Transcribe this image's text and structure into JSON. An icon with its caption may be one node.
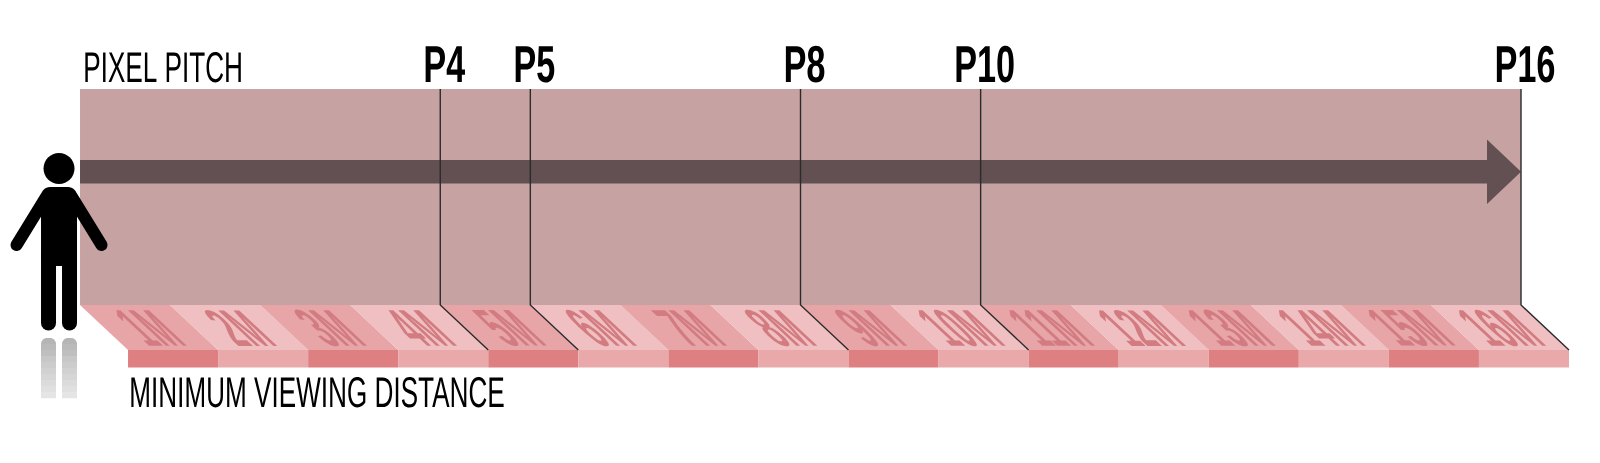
{
  "diagram": {
    "nodes": [
      {
        "text": [
          "1M"
        ]
      },
      {
        "text": [
          "2M"
        ]
      },
      {
        "text": [
          "3M"
        ]
      },
      {
        "text": [
          "4M"
        ]
      },
      {
        "text": [
          "5M"
        ]
      },
      {
        "text": [
          "6M"
        ]
      },
      {
        "text": [
          "7M"
        ]
      },
      {
        "text": [
          "8M"
        ]
      },
      {
        "text": [
          "9M"
        ]
      },
      {
        "text": [
          "10M"
        ]
      },
      {
        "text": [
          "11M"
        ]
      },
      {
        "text": [
          "12M"
        ]
      },
      {
        "text": [
          "13M"
        ]
      },
      {
        "text": [
          "14M"
        ]
      },
      {
        "text": [
          "15M"
        ]
      },
      {
        "text": [
          "16M"
        ]
      }
    ],
    "labels": [
      "PIXEL PITCH",
      "P4",
      "P5",
      "P8",
      "P10",
      "P16",
      "MINIMUM VIEWING DISTANCE"
    ]
  }
}
